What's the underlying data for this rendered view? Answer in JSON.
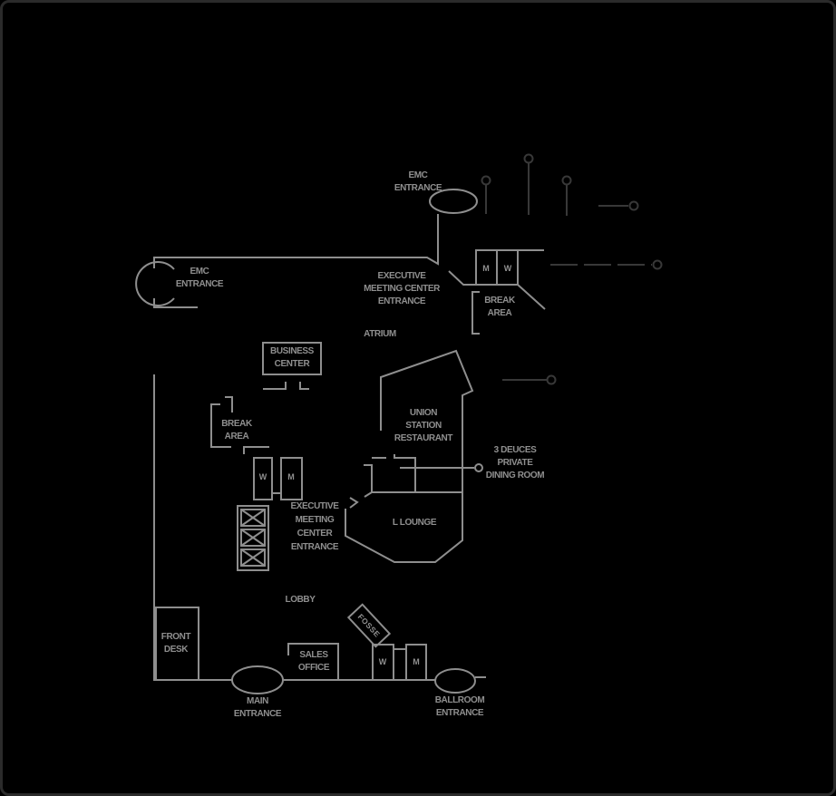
{
  "colors": {
    "background": "#000000",
    "frame": "#2b2b2b",
    "walls": "#8e8e8e",
    "dark_lines": "#383838",
    "text": "#8f8f8f"
  },
  "labels": {
    "emc_entrance_top": "EMC\nENTRANCE",
    "emc_entrance_left": "EMC\nENTRANCE",
    "executive_meeting_center_entrance_top": "EXECUTIVE\nMEETING CENTER\nENTRANCE",
    "break_area_top": "BREAK\nAREA",
    "atrium": "ATRIUM",
    "business_center": "BUSINESS\nCENTER",
    "break_area_left": "BREAK\nAREA",
    "union_station_restaurant": "UNION\nSTATION\nRESTAURANT",
    "three_deuces_private_dining_room": "3 DEUCES\nPRIVATE\nDINING ROOM",
    "executive_meeting_center_entrance_left": "EXECUTIVE\nMEETING\nCENTER\nENTRANCE",
    "l_lounge": "L LOUNGE",
    "lobby": "LOBBY",
    "front_desk": "FRONT\nDESK",
    "sales_office": "SALES\nOFFICE",
    "fosse": "FOSSE",
    "main_entrance": "MAIN\nENTRANCE",
    "ballroom_entrance": "BALLROOM\nENTRANCE"
  },
  "restrooms": {
    "top_m": "M",
    "top_w": "W",
    "mid_w": "W",
    "mid_m": "M",
    "bottom_w": "W",
    "bottom_m": "M"
  }
}
